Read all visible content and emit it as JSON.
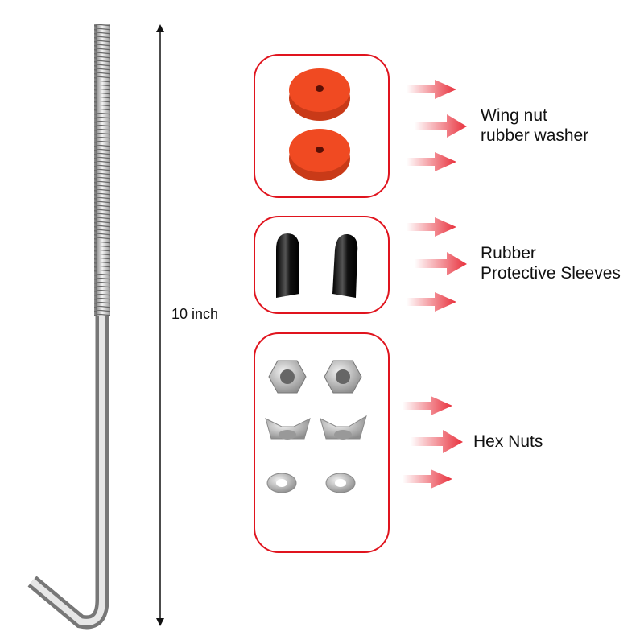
{
  "dimension": {
    "label": "10 inch"
  },
  "groups": [
    {
      "title_line1": "Wing nut",
      "title_line2": "rubber washer"
    },
    {
      "title_line1": "Rubber",
      "title_line2": "Protective Sleeves"
    },
    {
      "title_line1": "Hex Nuts"
    }
  ],
  "colors": {
    "frame": "#e0141e",
    "washer": "#f04a22",
    "arrow": "#e8303c",
    "sleeve": "#111111",
    "steel": "#c8c8c8"
  }
}
